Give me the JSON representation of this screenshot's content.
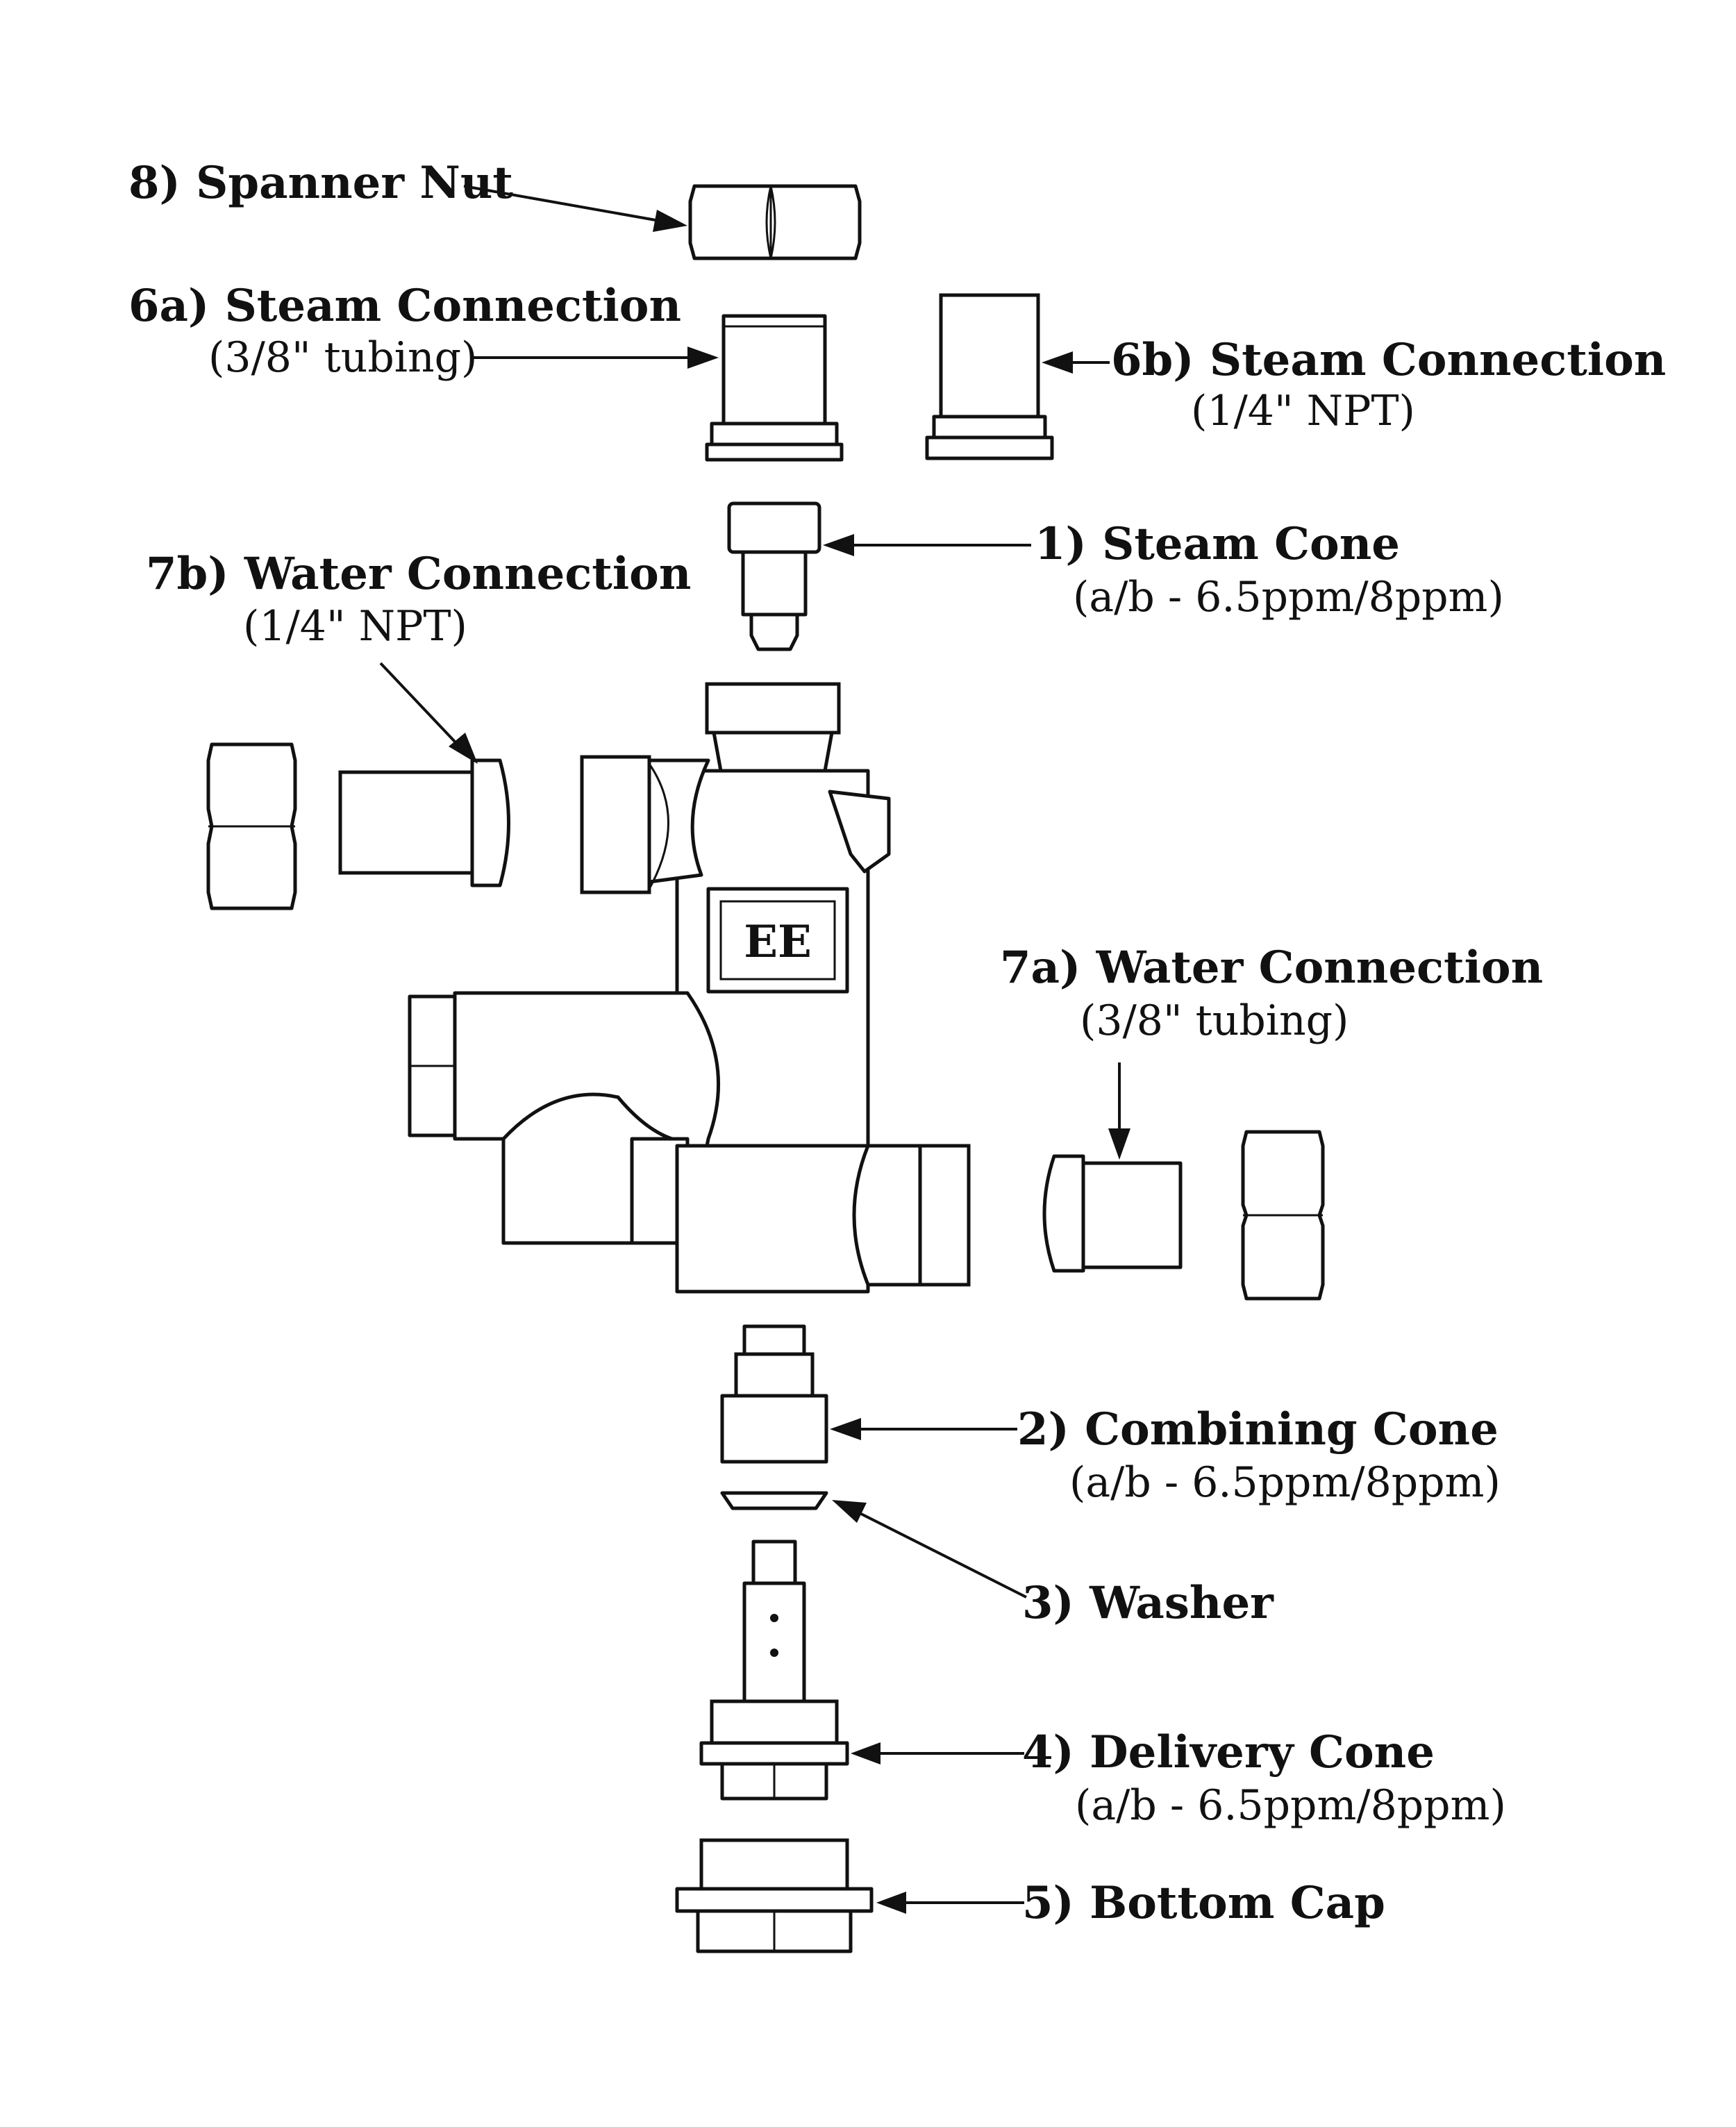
{
  "diagram": {
    "body_mark": "EE",
    "callouts": [
      {
        "id": "spanner-nut",
        "title": "8) Spanner Nut",
        "subtitle": ""
      },
      {
        "id": "steam-connection-a",
        "title": "6a) Steam Connection",
        "subtitle": "(3/8\" tubing)"
      },
      {
        "id": "steam-connection-b",
        "title": "6b) Steam Connection",
        "subtitle": "(1/4\" NPT)"
      },
      {
        "id": "steam-cone",
        "title": "1) Steam Cone",
        "subtitle": "(a/b - 6.5ppm/8ppm)"
      },
      {
        "id": "water-connection-b",
        "title": "7b) Water Connection",
        "subtitle": "(1/4\" NPT)"
      },
      {
        "id": "water-connection-a",
        "title": "7a) Water Connection",
        "subtitle": "(3/8\" tubing)"
      },
      {
        "id": "combining-cone",
        "title": "2) Combining Cone",
        "subtitle": "(a/b - 6.5ppm/8ppm)"
      },
      {
        "id": "washer",
        "title": "3) Washer",
        "subtitle": ""
      },
      {
        "id": "delivery-cone",
        "title": "4) Delivery Cone",
        "subtitle": "(a/b - 6.5ppm/8ppm)"
      },
      {
        "id": "bottom-cap",
        "title": "5) Bottom Cap",
        "subtitle": ""
      }
    ]
  }
}
